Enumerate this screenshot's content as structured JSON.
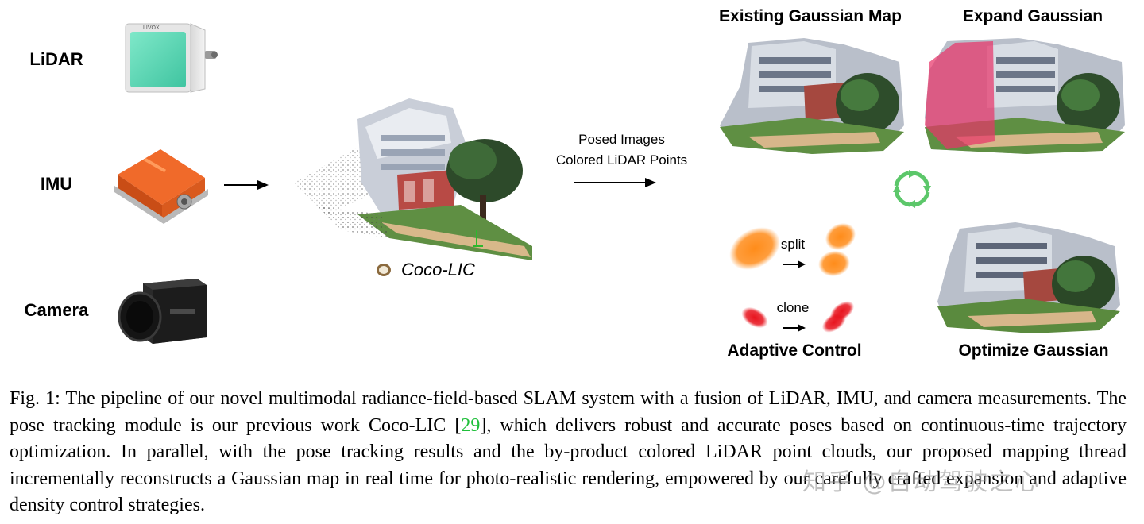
{
  "sensors": {
    "lidar_label": "LiDAR",
    "imu_label": "IMU",
    "camera_label": "Camera",
    "lidar_brand_text": "LIVOX"
  },
  "center": {
    "method_label": "Coco-LIC"
  },
  "arrow_text": {
    "line1": "Posed Images",
    "line2": "Colored LiDAR Points"
  },
  "panels": {
    "existing_map": "Existing Gaussian Map",
    "expand": "Expand Gaussian",
    "adaptive_control": "Adaptive Control",
    "optimize": "Optimize Gaussian",
    "split_label": "split",
    "clone_label": "clone"
  },
  "caption": {
    "fig_label": "Fig. 1:",
    "part1": "The pipeline of our novel multimodal radiance-field-based SLAM system with a fusion of LiDAR, IMU, and camera measurements. The pose tracking module is our previous work Coco-LIC [",
    "ref": "29",
    "part2": "], which delivers robust and accurate poses based on continuous-time trajectory optimization. In parallel, with the pose tracking results and the by-product colored LiDAR point clouds, our proposed mapping thread incrementally reconstructs a Gaussian map in real time for photo-realistic rendering, empowered by our carefully crafted expansion and adaptive density control strategies."
  },
  "watermark": "知乎 @自动驾驶之心",
  "colors": {
    "cycle_green": "#5cc76a",
    "gaussian_orange": "#ff8c1a",
    "gaussian_red": "#e8141e",
    "expand_highlight": "#e8356a",
    "citation_green": "#1fbf3a"
  }
}
